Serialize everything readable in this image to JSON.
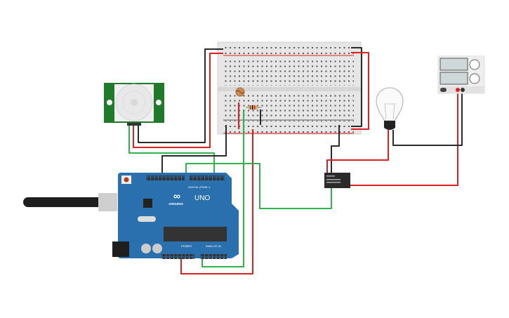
{
  "colors": {
    "wire_black": "#2b2b2b",
    "wire_red": "#e02020",
    "wire_green": "#2fb34a",
    "arduino_board": "#2a6fae",
    "pir_board": "#1f7a2a",
    "breadboard": "#e8e8e8"
  },
  "arduino": {
    "model_label": "UNO",
    "brand_label": "ARDUINO",
    "digital_header_label": "DIGITAL (PWM~)",
    "power_header_label": "POWER",
    "analog_header_label": "ANALOG IN"
  },
  "icons": {
    "arduino_logo": "infinity-logo",
    "bulb": "light-bulb-icon"
  }
}
